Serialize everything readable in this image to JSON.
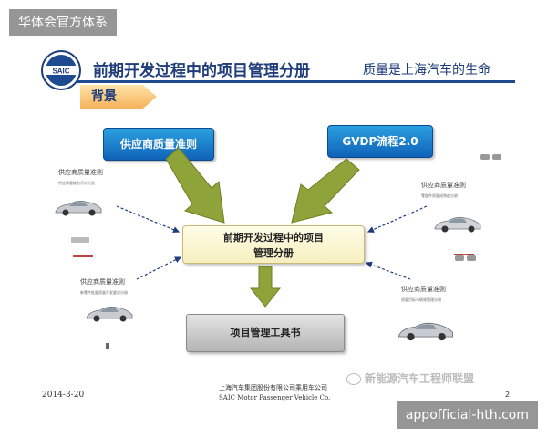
{
  "watermark_top": "华体会官方体系",
  "watermark_bottom": "appofficial-hth.com",
  "header": {
    "logo_text": "SAIC",
    "title": "前期开发过程中的项目管理分册",
    "slogan": "质量是上海汽车的生命"
  },
  "section_tab": "背景",
  "inputs": {
    "left": "供应商质量准则",
    "right": "GVDP流程2.0"
  },
  "center_box": {
    "line1": "前期开发过程中的项目",
    "line2": "管理分册"
  },
  "tool_box": "项目管理工具书",
  "docs": [
    {
      "title": "供应商质量准则",
      "subtitle": "供应质量能力评价分册"
    },
    {
      "title": "供应商质量准则",
      "subtitle": "新零件批量质量开发要求分册"
    },
    {
      "title": "供应商质量准则",
      "subtitle": "零部件质量成熟度分册"
    },
    {
      "title": "供应商质量准则",
      "subtitle": "质量目标与绩效管理分册"
    }
  ],
  "footer": {
    "date": "2014-3-20",
    "company_cn": "上海汽车集团股份有限公司乘用车公司",
    "company_en": "SAIC Motor Passenger Vehicle Co.",
    "page": "2"
  },
  "wechat_label": "新能源汽车工程师联盟",
  "colors": {
    "header_blue": "#1e3d7a",
    "accent_line": "#1e4a8f",
    "input_box": "#0f62b8",
    "arrow_green": "#8ea33a",
    "tab_orange": "#f6b25a"
  }
}
